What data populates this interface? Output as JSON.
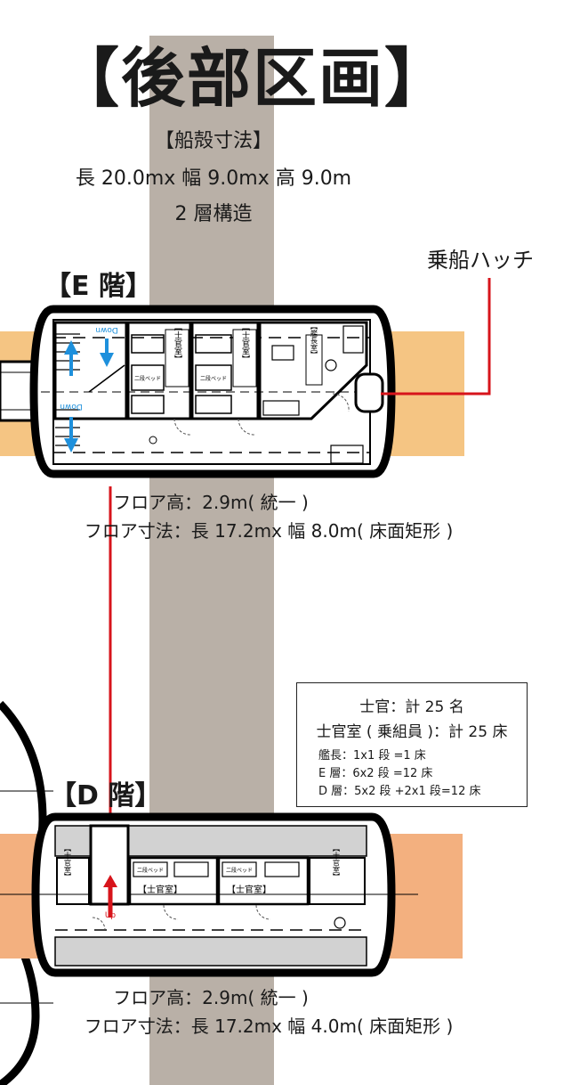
{
  "title": "【後部区画】",
  "hull": {
    "heading": "【船殻寸法】",
    "dimensions": "長 20.0mx 幅 9.0mx 高 9.0m",
    "structure": "2 層構造"
  },
  "hatch_label": "乗船ハッチ",
  "floors": [
    {
      "label": "【E 階】",
      "height_note": "フロア高：2.9m( 統一 )",
      "size_note": "フロア寸法：長 17.2mx 幅 8.0m( 床面矩形 )",
      "stair_down_label": "Down",
      "officer_room_label": "【士官室】",
      "captain_room_label": "【艦長室】",
      "bunk_label": "二段ベッド"
    },
    {
      "label": "【D 階】",
      "height_note": "フロア高：2.9m( 統一 )",
      "size_note": "フロア寸法：長 17.2mx 幅 4.0m( 床面矩形 )",
      "stair_up_label": "Up",
      "officer_room_label": "【士官室】",
      "bunk_label": "二段ベッド"
    }
  ],
  "legend": {
    "officers": "士官：計 25 名",
    "berths": "士官室 ( 乗組員 )：計 25 床",
    "captain": "艦長：1x1 段 =1 床",
    "e_floor": "E 層：6x2 段 =12 床",
    "d_floor": "D 層：5x2 段 +2x1 段=12 床"
  },
  "colors": {
    "center_band": "#b9b0a7",
    "e_floor_band": "#f5c583",
    "d_floor_band": "#f3b07f",
    "hatch_line": "#d7141b",
    "stair_arrow": "#1e90dc",
    "hull_stroke": "#000000",
    "wall_gray": "#d2d2d2"
  }
}
